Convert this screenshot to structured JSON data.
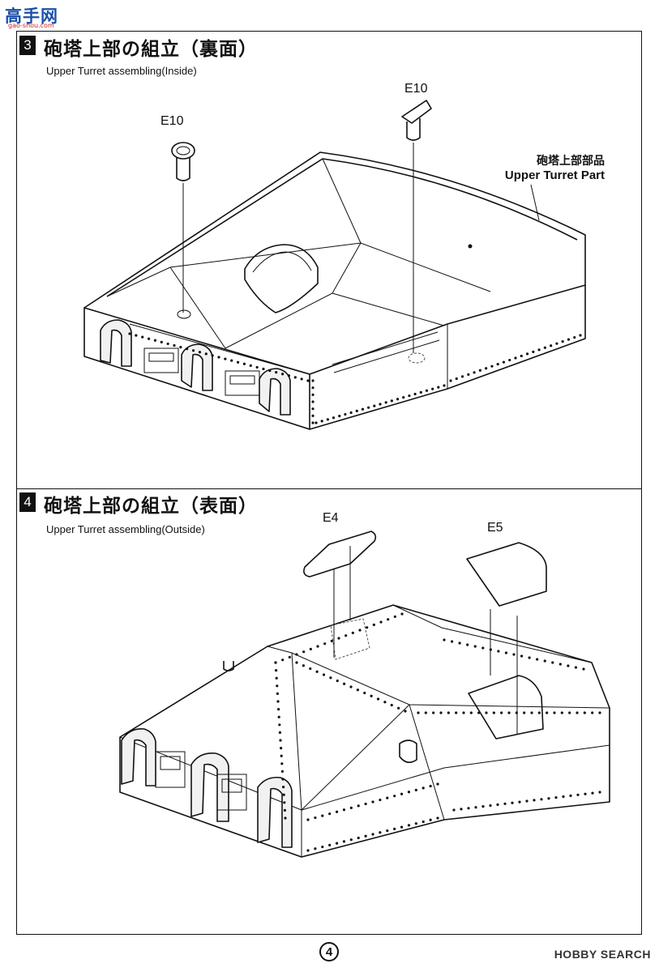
{
  "header": {
    "site_logo": "高手网",
    "site_sub": "gao-shou.com"
  },
  "step3": {
    "number": "3",
    "title_jp": "砲塔上部の組立（裏面）",
    "title_en": "Upper Turret assembling(Inside)",
    "parts": [
      "E10",
      "E10"
    ],
    "callout_jp": "砲塔上部部品",
    "callout_en": "Upper Turret Part"
  },
  "step4": {
    "number": "4",
    "title_jp": "砲塔上部の組立（表面）",
    "title_en": "Upper Turret assembling(Outside)",
    "parts": [
      "E4",
      "E5"
    ]
  },
  "footer": {
    "page": "4",
    "watermark": "HOBBY SEARCH"
  }
}
